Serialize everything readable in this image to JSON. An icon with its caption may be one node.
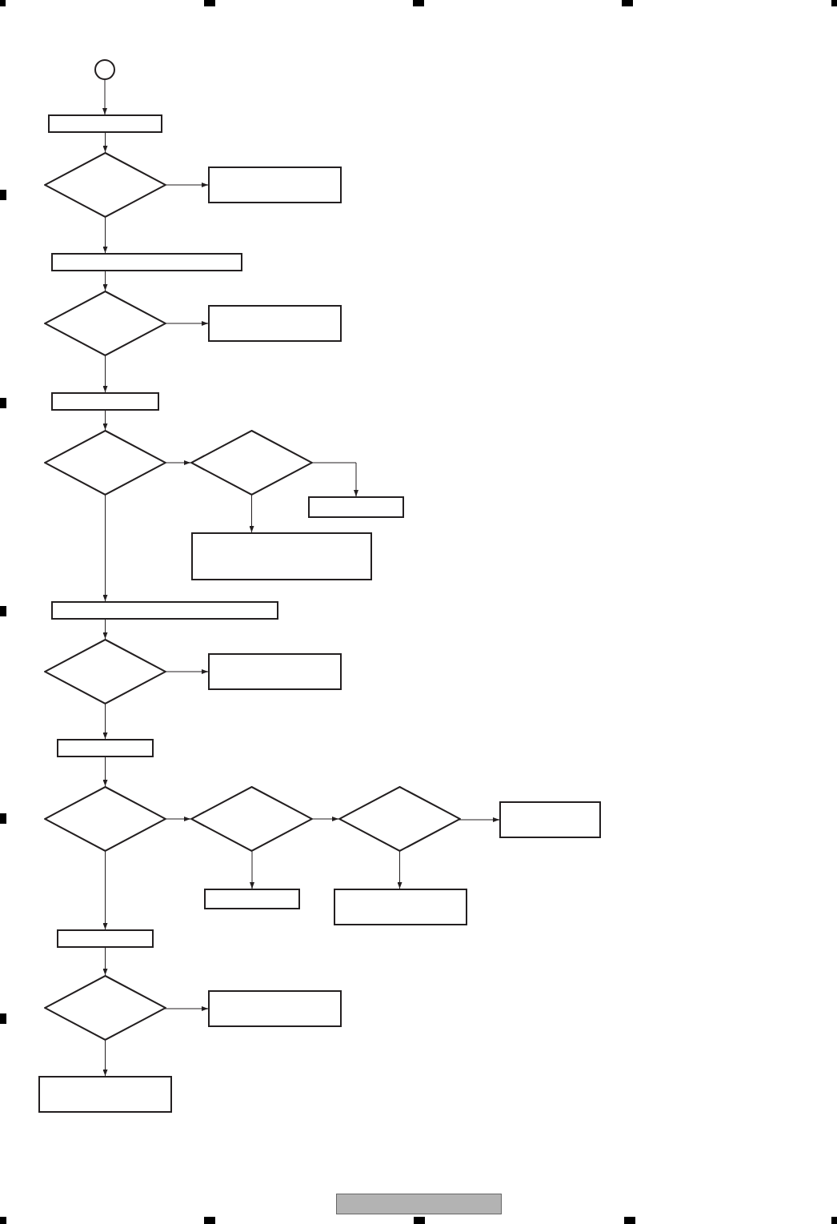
{
  "diagram": {
    "nodes": [
      {
        "text": [],
        "shape": "circle"
      },
      {
        "text": [],
        "shape": "box"
      },
      {
        "text": [],
        "shape": "diamond"
      },
      {
        "text": [],
        "shape": "box"
      },
      {
        "text": [],
        "shape": "box"
      },
      {
        "text": [],
        "shape": "diamond"
      },
      {
        "text": [],
        "shape": "box"
      },
      {
        "text": [],
        "shape": "box"
      },
      {
        "text": [],
        "shape": "diamond"
      },
      {
        "text": [],
        "shape": "diamond"
      },
      {
        "text": [],
        "shape": "box"
      },
      {
        "text": [],
        "shape": "box"
      },
      {
        "text": [],
        "shape": "box"
      },
      {
        "text": [],
        "shape": "diamond"
      },
      {
        "text": [],
        "shape": "box"
      },
      {
        "text": [],
        "shape": "box"
      },
      {
        "text": [],
        "shape": "diamond"
      },
      {
        "text": [],
        "shape": "diamond"
      },
      {
        "text": [],
        "shape": "diamond"
      },
      {
        "text": [],
        "shape": "box"
      },
      {
        "text": [],
        "shape": "box"
      },
      {
        "text": [],
        "shape": "box"
      },
      {
        "text": [],
        "shape": "box"
      },
      {
        "text": [],
        "shape": "diamond"
      },
      {
        "text": [],
        "shape": "box"
      },
      {
        "text": [],
        "shape": "box"
      }
    ],
    "edges": [
      {
        "from": 0,
        "to": 1,
        "arrow": "to"
      },
      {
        "from": 1,
        "to": 2,
        "arrow": "to"
      },
      {
        "from": 2,
        "to": 3,
        "arrow": "to"
      },
      {
        "from": 2,
        "to": 4,
        "arrow": "to"
      },
      {
        "from": 4,
        "to": 5,
        "arrow": "to"
      },
      {
        "from": 5,
        "to": 6,
        "arrow": "to"
      },
      {
        "from": 5,
        "to": 7,
        "arrow": "to"
      },
      {
        "from": 7,
        "to": 8,
        "arrow": "to"
      },
      {
        "from": 8,
        "to": 9,
        "arrow": "to"
      },
      {
        "from": 9,
        "to": 10,
        "arrow": "to"
      },
      {
        "from": 9,
        "to": 11,
        "arrow": "to"
      },
      {
        "from": 8,
        "to": 12,
        "arrow": "to"
      },
      {
        "from": 12,
        "to": 13,
        "arrow": "to"
      },
      {
        "from": 13,
        "to": 14,
        "arrow": "to"
      },
      {
        "from": 13,
        "to": 15,
        "arrow": "to"
      },
      {
        "from": 15,
        "to": 16,
        "arrow": "to"
      },
      {
        "from": 16,
        "to": 17,
        "arrow": "to"
      },
      {
        "from": 17,
        "to": 18,
        "arrow": "to"
      },
      {
        "from": 18,
        "to": 19,
        "arrow": "to"
      },
      {
        "from": 17,
        "to": 20,
        "arrow": "to"
      },
      {
        "from": 18,
        "to": 21,
        "arrow": "to"
      },
      {
        "from": 16,
        "to": 22,
        "arrow": "to"
      },
      {
        "from": 22,
        "to": 23,
        "arrow": "to"
      },
      {
        "from": 23,
        "to": 24,
        "arrow": "to"
      },
      {
        "from": 23,
        "to": 25,
        "arrow": "to"
      }
    ]
  }
}
